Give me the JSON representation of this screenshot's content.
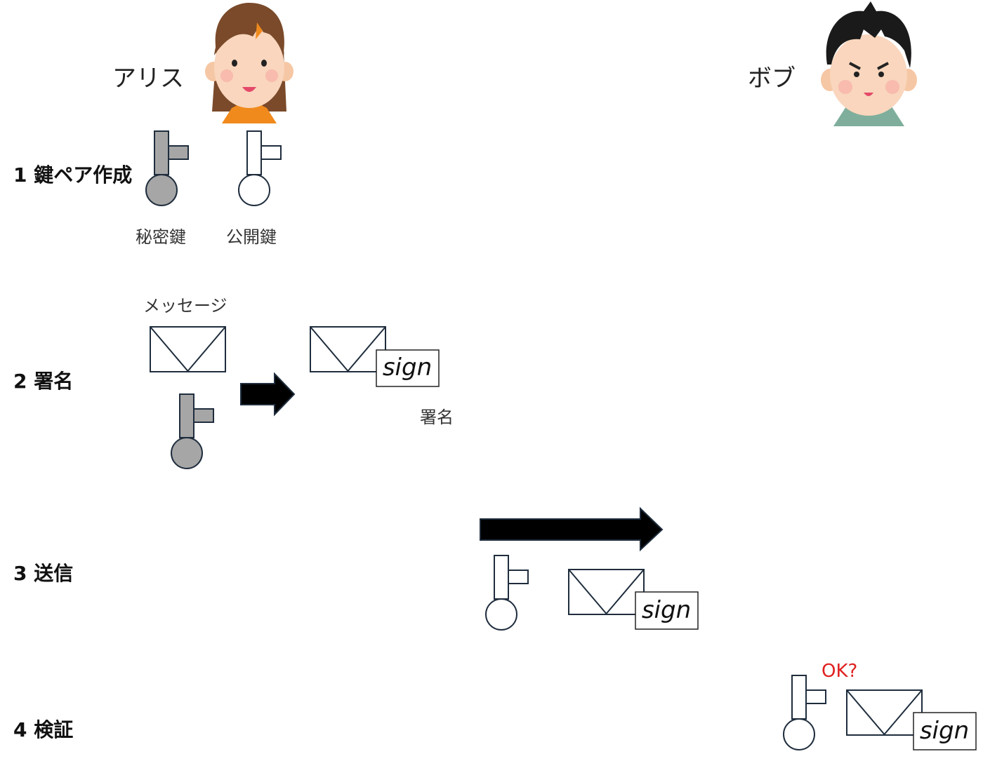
{
  "actors": {
    "alice": {
      "name": "アリス"
    },
    "bob": {
      "name": "ボブ"
    }
  },
  "steps": [
    {
      "label": "1 鍵ペア作成"
    },
    {
      "label": "2 署名"
    },
    {
      "label": "3 送信"
    },
    {
      "label": "4 検証"
    }
  ],
  "keys": {
    "private_label": "秘密鍵",
    "public_label": "公開鍵",
    "private_color": "#a6a6a6",
    "public_color": "#ffffff"
  },
  "message": {
    "label": "メッセージ",
    "sign_text": "sign",
    "signature_label": "署名"
  },
  "verify": {
    "ok_text": "OK?",
    "ok_color": "#e02020"
  }
}
